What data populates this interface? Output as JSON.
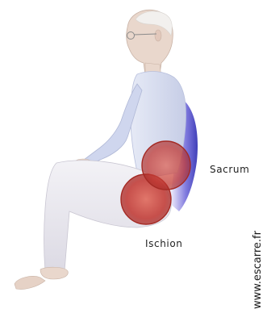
{
  "figure": {
    "labels": {
      "sacrum": "Sacrum",
      "ischion": "Ischion"
    },
    "watermark": "www.escarre.fr"
  },
  "colors": {
    "skin": "#e9d7cc",
    "sweater": "#d6dcef",
    "pants": "#eceaf0",
    "pressure_red": "#c0342e",
    "chair_shadow": "#3940c8"
  }
}
